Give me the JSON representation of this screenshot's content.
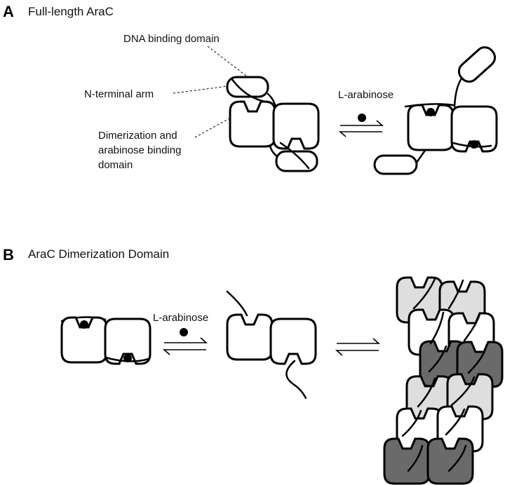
{
  "panel_a": {
    "letter": "A",
    "title": "Full-length AraC",
    "labels": {
      "dna_binding": "DNA binding domain",
      "n_terminal": "N-terminal arm",
      "dimer_line1": "Dimerization and",
      "dimer_line2": "arabinose binding",
      "dimer_line3": "domain"
    },
    "ligand": "L-arabinose"
  },
  "panel_b": {
    "letter": "B",
    "title": "AraC Dimerization Domain",
    "ligand": "L-arabinose"
  },
  "colors": {
    "light_gray": "#dedede",
    "dark_gray": "#6a6a6a",
    "white": "#ffffff",
    "stroke": "#000000"
  }
}
